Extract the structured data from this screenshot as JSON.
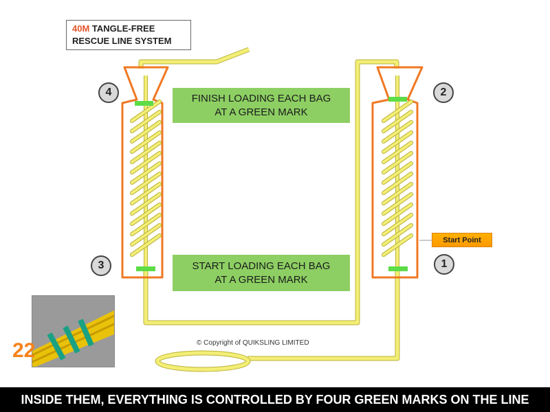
{
  "header": {
    "title_accent": "40M",
    "title_line1_rest": "TANGLE-FREE",
    "title_line2": "RESCUE LINE SYSTEM"
  },
  "labels": {
    "finish_line1": "FINISH LOADING EACH BAG",
    "finish_line2": "AT A GREEN MARK",
    "start_line1": "START LOADING EACH BAG",
    "start_line2": "AT A GREEN MARK",
    "start_point": "Start Point",
    "copyright": "Copyright of QUIKSLING LIMITED",
    "slide_number": "22"
  },
  "markers": {
    "m1": "1",
    "m2": "2",
    "m3": "3",
    "m4": "4"
  },
  "caption": "INSIDE THEM, EVERYTHING IS CONTROLLED BY FOUR GREEN MARKS ON THE LINE",
  "colors": {
    "rope": "#f3ee75",
    "rope_edge": "#b9b23c",
    "bag": "#f07823",
    "mark": "#5ddc47",
    "green_box": "#8dcf63"
  }
}
